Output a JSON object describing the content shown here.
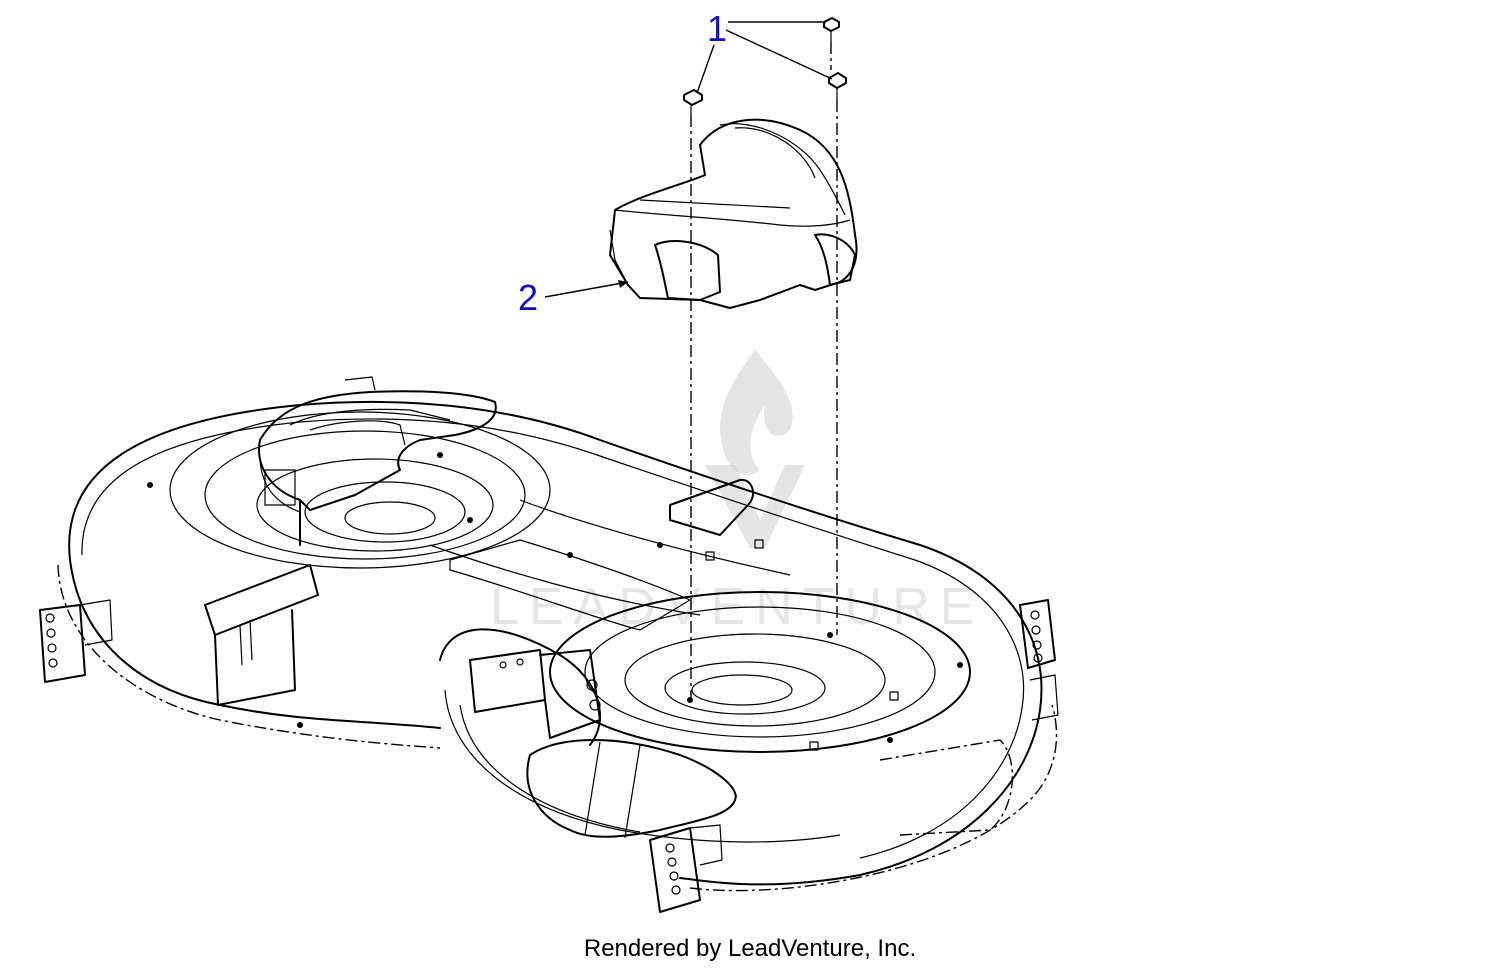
{
  "callouts": {
    "c1": "1",
    "c2": "2"
  },
  "footer": {
    "text": "Rendered by LeadVenture, Inc."
  },
  "watermark": {
    "brand": "LEADVENTURE"
  },
  "colors": {
    "callout": "#1010c8",
    "lines": "#000000"
  }
}
